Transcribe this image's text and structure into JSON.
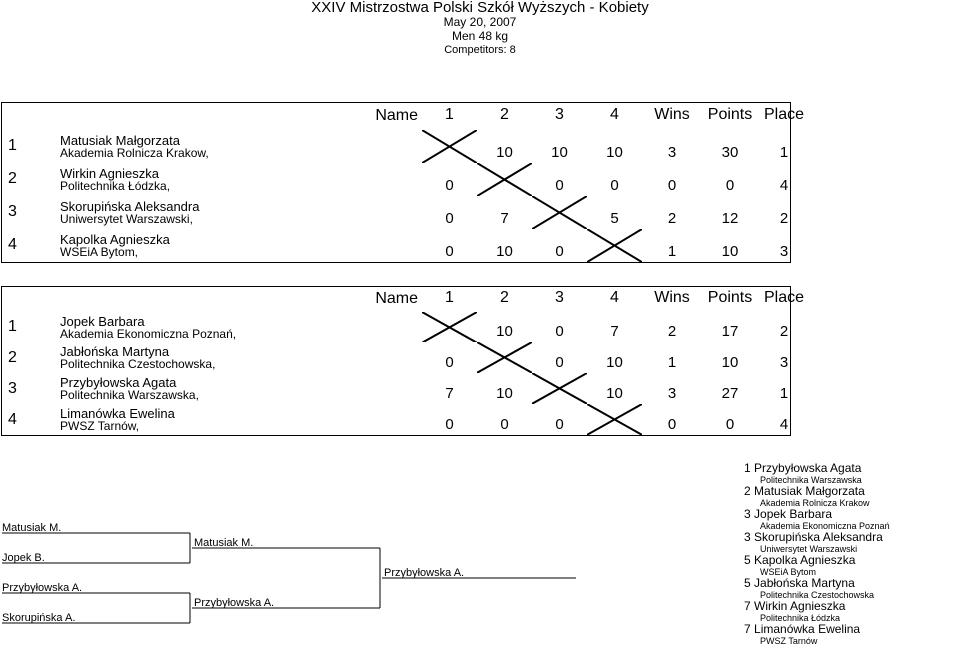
{
  "header": {
    "title": "XXIV Mistrzostwa Polski Szkół Wyższych - Kobiety",
    "date": "May 20, 2007",
    "category": "Men 48 kg",
    "competitors": "Competitors: 8"
  },
  "columns": [
    "Name",
    "1",
    "2",
    "3",
    "4",
    "Wins",
    "Points",
    "Place"
  ],
  "pools": [
    {
      "rows": [
        {
          "num": "1",
          "name": "Matusiak Małgorzata",
          "club": "Akademia Rolnicza Krakow,",
          "scores": [
            "",
            "10",
            "10",
            "10"
          ],
          "wins": "3",
          "points": "30",
          "place": "1"
        },
        {
          "num": "2",
          "name": "Wirkin Agnieszka",
          "club": "Politechnika Łódzka,",
          "scores": [
            "0",
            "",
            "0",
            "0"
          ],
          "wins": "0",
          "points": "0",
          "place": "4"
        },
        {
          "num": "3",
          "name": "Skorupińska Aleksandra",
          "club": "Uniwersytet Warszawski,",
          "scores": [
            "0",
            "7",
            "",
            "5"
          ],
          "wins": "2",
          "points": "12",
          "place": "2"
        },
        {
          "num": "4",
          "name": "Kapolka Agnieszka",
          "club": "WSEiA Bytom,",
          "scores": [
            "0",
            "10",
            "0",
            ""
          ],
          "wins": "1",
          "points": "10",
          "place": "3"
        }
      ]
    },
    {
      "rows": [
        {
          "num": "1",
          "name": "Jopek Barbara",
          "club": "Akademia Ekonomiczna Poznań,",
          "scores": [
            "",
            "10",
            "0",
            "7"
          ],
          "wins": "2",
          "points": "17",
          "place": "2"
        },
        {
          "num": "2",
          "name": "Jabłońska Martyna",
          "club": "Politechnika Czestochowska,",
          "scores": [
            "0",
            "",
            "0",
            "10"
          ],
          "wins": "1",
          "points": "10",
          "place": "3"
        },
        {
          "num": "3",
          "name": "Przybyłowska Agata",
          "club": "Politechnika Warszawska,",
          "scores": [
            "7",
            "10",
            "",
            "10"
          ],
          "wins": "3",
          "points": "27",
          "place": "1"
        },
        {
          "num": "4",
          "name": "Limanówka Ewelina",
          "club": "PWSZ Tarnów,",
          "scores": [
            "0",
            "0",
            "0",
            ""
          ],
          "wins": "0",
          "points": "0",
          "place": "4"
        }
      ]
    }
  ],
  "bracket": {
    "r1": [
      "Matusiak M.",
      "Jopek B.",
      "Przybyłowska A.",
      "Skorupińska A."
    ],
    "r2": [
      "Matusiak M.",
      "Przybyłowska A."
    ],
    "final": "Przybyłowska A."
  },
  "results": [
    {
      "place": "1",
      "name": "Przybyłowska Agata",
      "club": "Politechnika Warszawska"
    },
    {
      "place": "2",
      "name": "Matusiak Małgorzata",
      "club": "Akademia Rolnicza Krakow"
    },
    {
      "place": "3",
      "name": "Jopek Barbara",
      "club": "Akademia Ekonomiczna Poznań"
    },
    {
      "place": "3",
      "name": "Skorupińska Aleksandra",
      "club": "Uniwersytet Warszawski"
    },
    {
      "place": "5",
      "name": "Kapolka Agnieszka",
      "club": "WSEiA Bytom"
    },
    {
      "place": "5",
      "name": "Jabłońska Martyna",
      "club": "Politechnika Czestochowska"
    },
    {
      "place": "7",
      "name": "Wirkin Agnieszka",
      "club": "Politechnika Łódzka"
    },
    {
      "place": "7",
      "name": "Limanówka Ewelina",
      "club": "PWSZ Tarnów"
    }
  ]
}
